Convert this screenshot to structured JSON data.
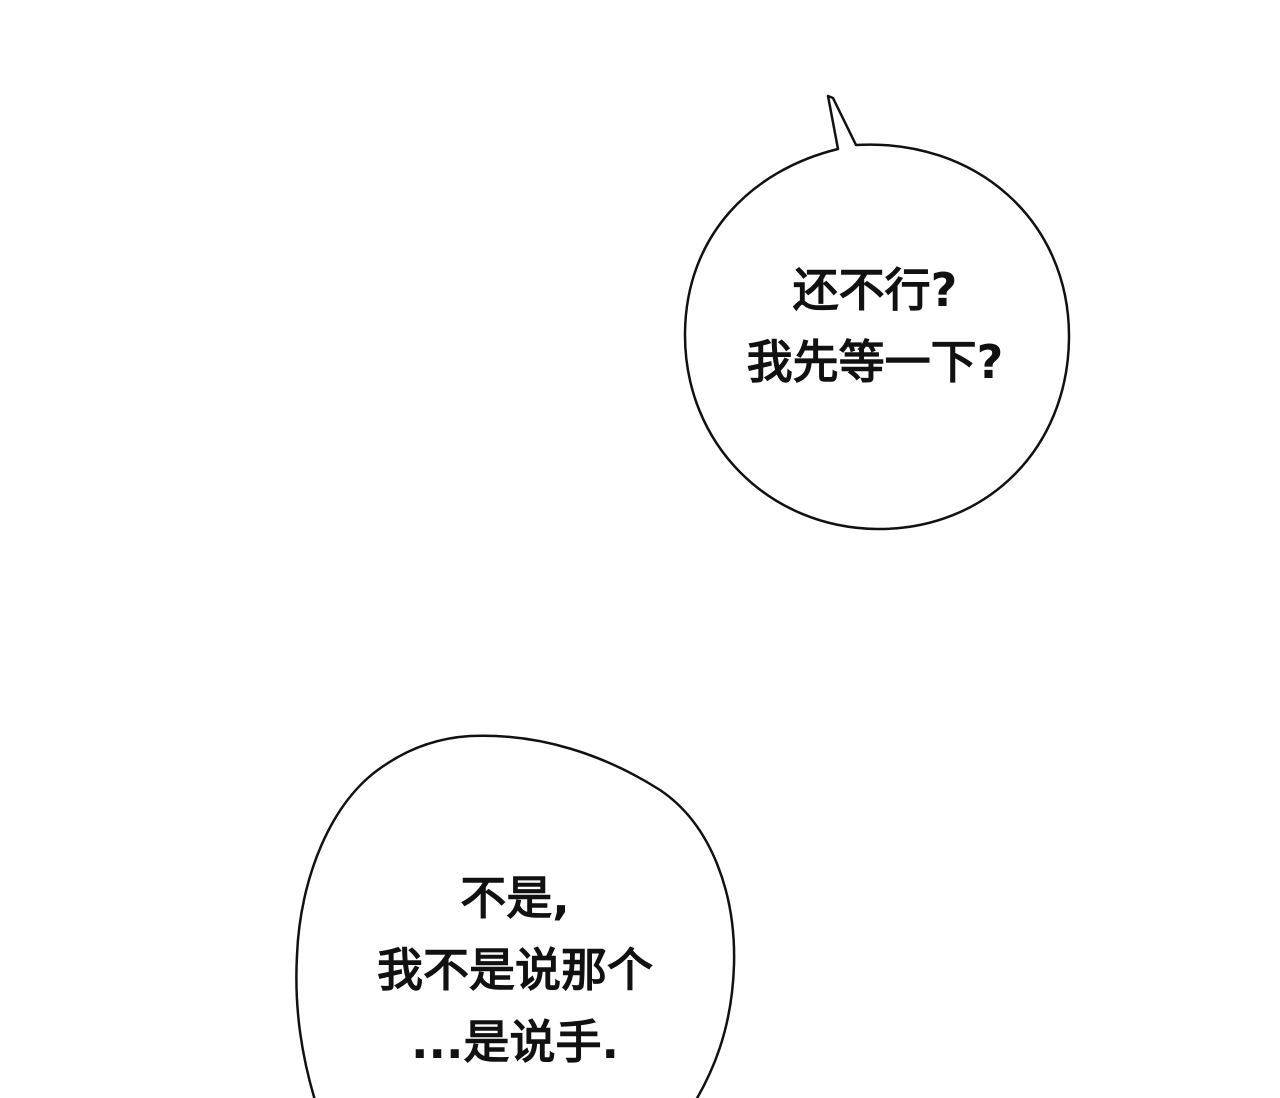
{
  "page": {
    "background": "#ffffff",
    "ink_color": "#111111"
  },
  "bubble_top": {
    "lines": [
      "还不行?",
      "我先等一下?"
    ]
  },
  "bubble_bottom": {
    "lines": [
      "不是,",
      "我不是说那个",
      "...是说手."
    ]
  }
}
